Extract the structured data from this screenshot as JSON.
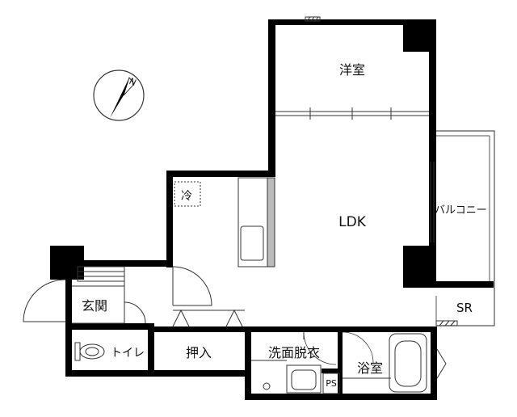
{
  "rooms": {
    "western": "洋室",
    "ldk": "LDK",
    "balcony": "バルコニー",
    "sr": "SR",
    "entrance": "玄関",
    "toilet": "トイレ",
    "closet": "押入",
    "washroom": "洗面脱衣",
    "bathroom": "浴室",
    "ps": "PS",
    "fridge": "冷"
  },
  "compass": {
    "north": "N"
  },
  "colors": {
    "wall": "#000000",
    "line": "#333333",
    "balcony_line": "#555555"
  }
}
